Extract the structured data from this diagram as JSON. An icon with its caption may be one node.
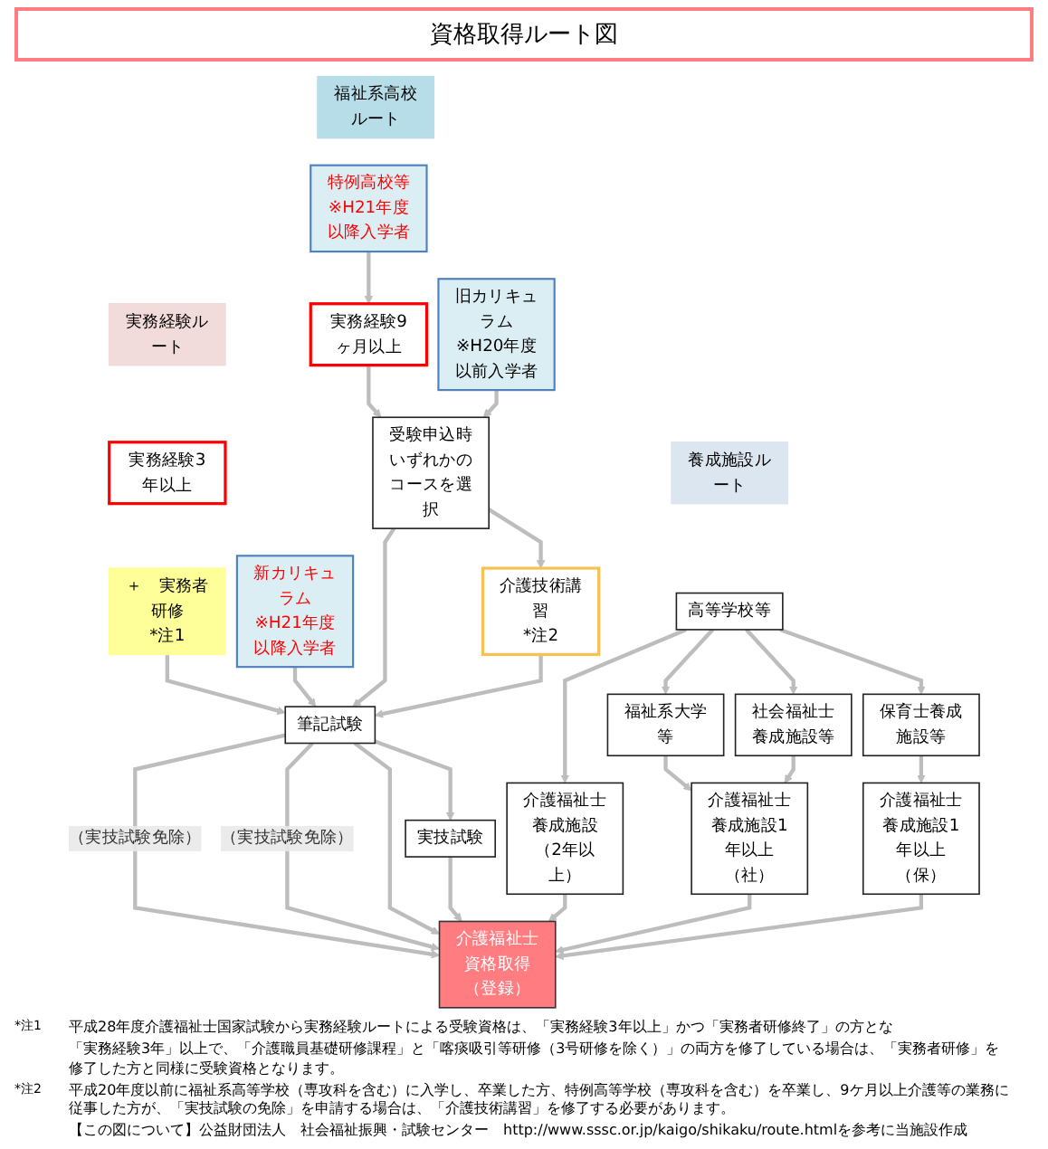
{
  "diagram": {
    "title": "資格取得ルート図",
    "nodes": [
      {
        "text": [
          "実務経験ルート"
        ]
      },
      {
        "text": [
          "福祉系高校ルート"
        ]
      },
      {
        "text": [
          "養成施設ルート"
        ]
      },
      {
        "text": [
          "実務経験3年以上"
        ]
      },
      {
        "text": [
          "＋　実務者研修",
          "*注1"
        ]
      },
      {
        "text": [
          "新カリキュラム",
          "※H21年度以降入学者"
        ]
      },
      {
        "text": [
          "特例高校等",
          "※H21年度以降入学者"
        ]
      },
      {
        "text": [
          "旧カリキュラム",
          "※H20年度以前入学者"
        ]
      },
      {
        "text": [
          "実務経験9ヶ月以上"
        ]
      },
      {
        "text": [
          "受験申込時いずれかのコースを選択"
        ]
      },
      {
        "text": [
          "介護技術講習",
          "*注2"
        ]
      },
      {
        "text": [
          "高等学校等"
        ]
      },
      {
        "text": [
          "介護福祉士養成施設（2年以上）"
        ]
      },
      {
        "text": [
          "福祉系大学等"
        ]
      },
      {
        "text": [
          "社会福祉士養成施設等"
        ]
      },
      {
        "text": [
          "保育士養成施設等"
        ]
      },
      {
        "text": [
          "介護福祉士養成施設1年以上（社）"
        ]
      },
      {
        "text": [
          "介護福祉士養成施設1年以上（保）"
        ]
      },
      {
        "text": [
          "筆記試験"
        ]
      },
      {
        "text": [
          "実技試験"
        ]
      },
      {
        "text": [
          "介護福祉士資格取得（登録）"
        ]
      }
    ],
    "edges": [
      {
        "from": 4,
        "to": 18,
        "arrow": "to"
      },
      {
        "from": 5,
        "to": 18,
        "arrow": "to"
      },
      {
        "from": 6,
        "to": 8,
        "arrow": "to"
      },
      {
        "from": 8,
        "to": 9,
        "arrow": "to"
      },
      {
        "from": 7,
        "to": 9,
        "arrow": "to"
      },
      {
        "from": 9,
        "to": 10,
        "arrow": "to"
      },
      {
        "from": 9,
        "to": 18,
        "arrow": "to"
      },
      {
        "from": 10,
        "to": 18,
        "arrow": "to"
      },
      {
        "from": 11,
        "to": 12,
        "arrow": "to"
      },
      {
        "from": 11,
        "to": 13,
        "arrow": "to"
      },
      {
        "from": 11,
        "to": 14,
        "arrow": "to"
      },
      {
        "from": 11,
        "to": 15,
        "arrow": "to"
      },
      {
        "from": 13,
        "to": 16,
        "arrow": "to"
      },
      {
        "from": 14,
        "to": 16,
        "arrow": "to"
      },
      {
        "from": 15,
        "to": 17,
        "arrow": "to"
      },
      {
        "from": 18,
        "to": 20,
        "label": "（実技試験免除）",
        "arrow": "to"
      },
      {
        "from": 18,
        "to": 20,
        "label": "（実技試験免除）",
        "arrow": "to"
      },
      {
        "from": 18,
        "to": 20,
        "arrow": "to"
      },
      {
        "from": 18,
        "to": 19,
        "arrow": "to"
      },
      {
        "from": 19,
        "to": 20,
        "arrow": "to"
      },
      {
        "from": 12,
        "to": 20,
        "arrow": "to"
      },
      {
        "from": 16,
        "to": 20,
        "arrow": "to"
      },
      {
        "from": 17,
        "to": 20,
        "arrow": "to"
      }
    ],
    "labels": [
      "*注1",
      "平成28年度介護福祉士国家試験から実務経験ルートによる受験資格は、「実務経験3年以上」かつ「実務者研修終了」の方とな",
      "「実務経験3年」以上で、「介護職員基礎研修課程」と「喀痰吸引等研修（3号研修を除く）」の両方を修了している場合は、「実務者研修」を修了した方と同様に受験資格となります。",
      "*注2",
      "平成20年度以前に福祉系高等学校（専攻科を含む）に入学し、卒業した方、特例高等学校（専攻科を含む）を卒業し、9ケ月以上介護等の業務に従事した方が、「実技試験の免除」を申請する場合は、「介護技術講習」を修了する必要があります。",
      "【この図について】公益財団法人　社会福祉振興・試験センター　http://www.sssc.or.jp/kaigo/shikaku/route.htmlを参考に当施設作成"
    ]
  }
}
